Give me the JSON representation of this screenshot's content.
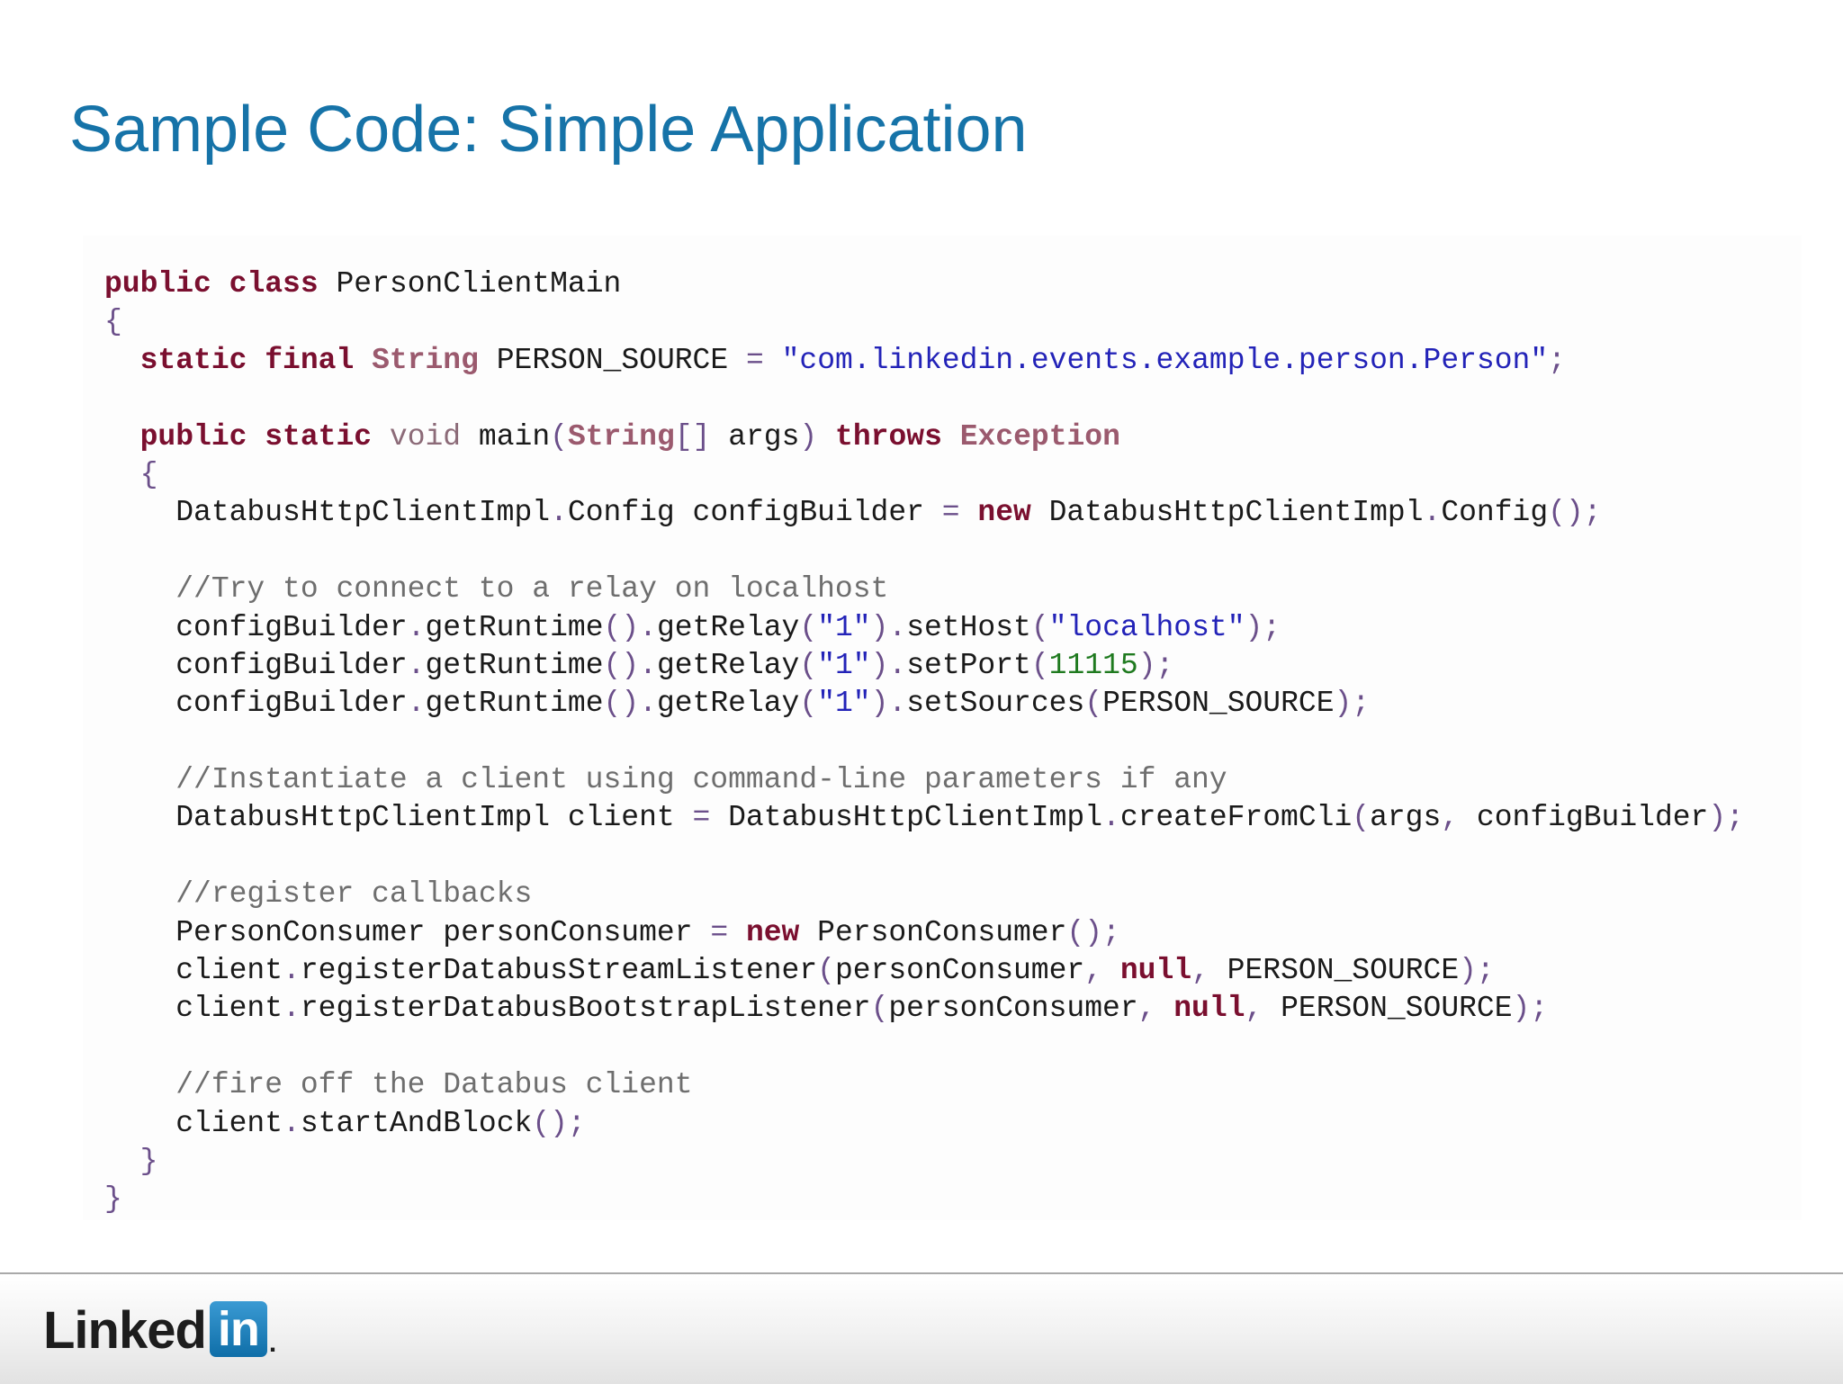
{
  "slide": {
    "title": "Sample Code: Simple Application"
  },
  "code": {
    "lines": [
      [
        [
          "kw",
          "public"
        ],
        [
          "id",
          " "
        ],
        [
          "kw",
          "class"
        ],
        [
          "id",
          " PersonClientMain"
        ]
      ],
      [
        [
          "punc",
          "{"
        ]
      ],
      [
        [
          "id",
          "  "
        ],
        [
          "kw",
          "static"
        ],
        [
          "id",
          " "
        ],
        [
          "kw",
          "final"
        ],
        [
          "id",
          " "
        ],
        [
          "type",
          "String"
        ],
        [
          "id",
          " PERSON_SOURCE "
        ],
        [
          "punc",
          "="
        ],
        [
          "id",
          " "
        ],
        [
          "str",
          "\"com.linkedin.events.example.person.Person\""
        ],
        [
          "punc",
          ";"
        ]
      ],
      [],
      [
        [
          "id",
          "  "
        ],
        [
          "kw",
          "public"
        ],
        [
          "id",
          " "
        ],
        [
          "kw",
          "static"
        ],
        [
          "id",
          " "
        ],
        [
          "vtype",
          "void"
        ],
        [
          "id",
          " main"
        ],
        [
          "punc",
          "("
        ],
        [
          "type",
          "String"
        ],
        [
          "punc",
          "[]"
        ],
        [
          "id",
          " args"
        ],
        [
          "punc",
          ")"
        ],
        [
          "id",
          " "
        ],
        [
          "kw",
          "throws"
        ],
        [
          "id",
          " "
        ],
        [
          "type",
          "Exception"
        ]
      ],
      [
        [
          "id",
          "  "
        ],
        [
          "punc",
          "{"
        ]
      ],
      [
        [
          "id",
          "    DatabusHttpClientImpl"
        ],
        [
          "punc",
          "."
        ],
        [
          "id",
          "Config configBuilder "
        ],
        [
          "punc",
          "="
        ],
        [
          "id",
          " "
        ],
        [
          "kw",
          "new"
        ],
        [
          "id",
          " DatabusHttpClientImpl"
        ],
        [
          "punc",
          "."
        ],
        [
          "id",
          "Config"
        ],
        [
          "punc",
          "();"
        ]
      ],
      [],
      [
        [
          "comment",
          "    //Try to connect to a relay on localhost"
        ]
      ],
      [
        [
          "id",
          "    configBuilder"
        ],
        [
          "punc",
          "."
        ],
        [
          "id",
          "getRuntime"
        ],
        [
          "punc",
          "()."
        ],
        [
          "id",
          "getRelay"
        ],
        [
          "punc",
          "("
        ],
        [
          "str",
          "\"1\""
        ],
        [
          "punc",
          ")."
        ],
        [
          "id",
          "setHost"
        ],
        [
          "punc",
          "("
        ],
        [
          "str",
          "\"localhost\""
        ],
        [
          "punc",
          ");"
        ]
      ],
      [
        [
          "id",
          "    configBuilder"
        ],
        [
          "punc",
          "."
        ],
        [
          "id",
          "getRuntime"
        ],
        [
          "punc",
          "()."
        ],
        [
          "id",
          "getRelay"
        ],
        [
          "punc",
          "("
        ],
        [
          "str",
          "\"1\""
        ],
        [
          "punc",
          ")."
        ],
        [
          "id",
          "setPort"
        ],
        [
          "punc",
          "("
        ],
        [
          "num",
          "11115"
        ],
        [
          "punc",
          ");"
        ]
      ],
      [
        [
          "id",
          "    configBuilder"
        ],
        [
          "punc",
          "."
        ],
        [
          "id",
          "getRuntime"
        ],
        [
          "punc",
          "()."
        ],
        [
          "id",
          "getRelay"
        ],
        [
          "punc",
          "("
        ],
        [
          "str",
          "\"1\""
        ],
        [
          "punc",
          ")."
        ],
        [
          "id",
          "setSources"
        ],
        [
          "punc",
          "("
        ],
        [
          "id",
          "PERSON_SOURCE"
        ],
        [
          "punc",
          ");"
        ]
      ],
      [],
      [
        [
          "comment",
          "    //Instantiate a client using command-line parameters if any"
        ]
      ],
      [
        [
          "id",
          "    DatabusHttpClientImpl client "
        ],
        [
          "punc",
          "="
        ],
        [
          "id",
          " DatabusHttpClientImpl"
        ],
        [
          "punc",
          "."
        ],
        [
          "id",
          "createFromCli"
        ],
        [
          "punc",
          "("
        ],
        [
          "id",
          "args"
        ],
        [
          "punc",
          ","
        ],
        [
          "id",
          " configBuilder"
        ],
        [
          "punc",
          ");"
        ]
      ],
      [],
      [
        [
          "comment",
          "    //register callbacks"
        ]
      ],
      [
        [
          "id",
          "    PersonConsumer personConsumer "
        ],
        [
          "punc",
          "="
        ],
        [
          "id",
          " "
        ],
        [
          "kw",
          "new"
        ],
        [
          "id",
          " PersonConsumer"
        ],
        [
          "punc",
          "();"
        ]
      ],
      [
        [
          "id",
          "    client"
        ],
        [
          "punc",
          "."
        ],
        [
          "id",
          "registerDatabusStreamListener"
        ],
        [
          "punc",
          "("
        ],
        [
          "id",
          "personConsumer"
        ],
        [
          "punc",
          ","
        ],
        [
          "id",
          " "
        ],
        [
          "kw",
          "null"
        ],
        [
          "punc",
          ","
        ],
        [
          "id",
          " PERSON_SOURCE"
        ],
        [
          "punc",
          ");"
        ]
      ],
      [
        [
          "id",
          "    client"
        ],
        [
          "punc",
          "."
        ],
        [
          "id",
          "registerDatabusBootstrapListener"
        ],
        [
          "punc",
          "("
        ],
        [
          "id",
          "personConsumer"
        ],
        [
          "punc",
          ","
        ],
        [
          "id",
          " "
        ],
        [
          "kw",
          "null"
        ],
        [
          "punc",
          ","
        ],
        [
          "id",
          " PERSON_SOURCE"
        ],
        [
          "punc",
          ");"
        ]
      ],
      [],
      [
        [
          "comment",
          "    //fire off the Databus client"
        ]
      ],
      [
        [
          "id",
          "    client"
        ],
        [
          "punc",
          "."
        ],
        [
          "id",
          "startAndBlock"
        ],
        [
          "punc",
          "();"
        ]
      ],
      [
        [
          "id",
          "  "
        ],
        [
          "punc",
          "}"
        ]
      ],
      [
        [
          "punc",
          "}"
        ]
      ]
    ]
  },
  "footer": {
    "logo_word": "Linked",
    "logo_box": "in",
    "logo_dot": "."
  }
}
